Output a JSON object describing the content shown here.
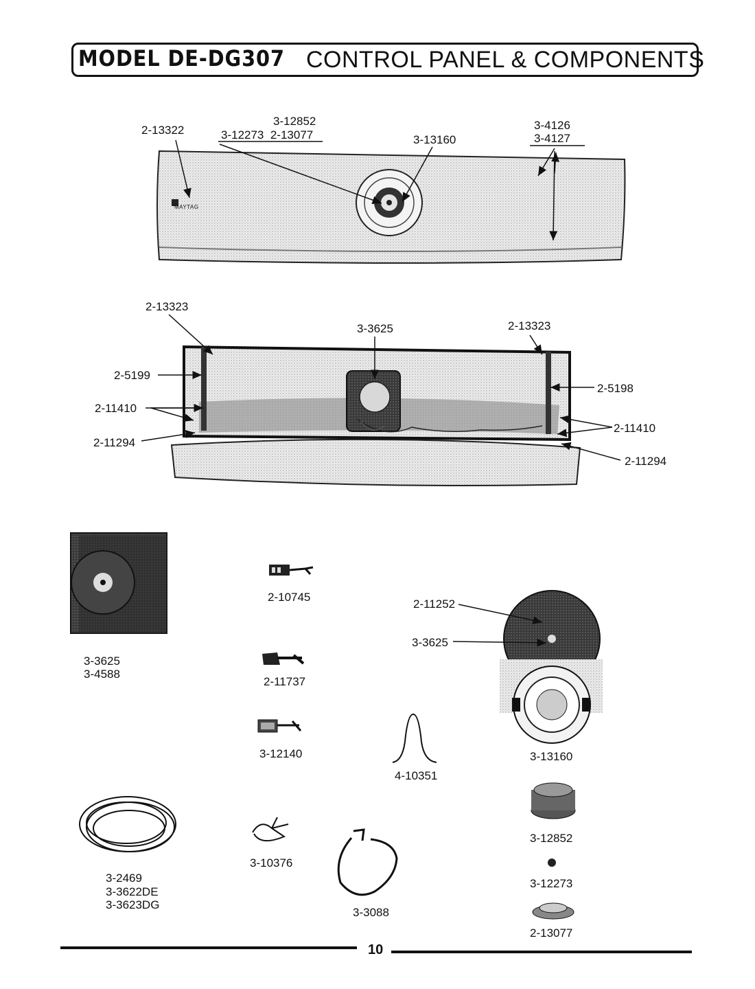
{
  "header": {
    "model": "MODEL DE-DG307",
    "title": "CONTROL PANEL & COMPONENTS"
  },
  "brand": {
    "logo_text": "MAYTAG"
  },
  "front_panel_callouts": {
    "panel_part": "2-13322",
    "knob_parts_top": "3-12852",
    "knob_parts_bottom": "3-12273  2-13077",
    "dial_part": "3-13160",
    "console_part_a": "3-4126",
    "console_part_b": "3-4127"
  },
  "rear_panel_callouts": {
    "clip_left": "2-13323",
    "clip_right": "2-13323",
    "timer_part": "3-3625",
    "bracket_left": "2-5199",
    "bracket_right": "2-5198",
    "screws_left": "2-11410",
    "screws_right": "2-11410",
    "screw_left": "2-11294",
    "screw_right": "2-11294"
  },
  "components": {
    "timer_a": "3-3625",
    "timer_b": "3-4588",
    "connector_1": "2-10745",
    "connector_2": "2-11737",
    "connector_3": "3-12140",
    "spring_clip": "4-10351",
    "dial_backplate": "2-11252",
    "dial_timer": "3-3625",
    "dial_assembly": "3-13160",
    "harness_a": "3-2469",
    "harness_b": "3-3622DE",
    "harness_c": "3-3623DG",
    "wire_jumper": "3-10376",
    "cord": "3-3088",
    "knob": "3-12852",
    "knob_insert": "3-12273",
    "knob_skirt": "2-13077"
  },
  "footer": {
    "page_number": "10"
  },
  "colors": {
    "ink": "#111111",
    "panel": "#e6e6e6",
    "dark": "#2a2a2a"
  }
}
